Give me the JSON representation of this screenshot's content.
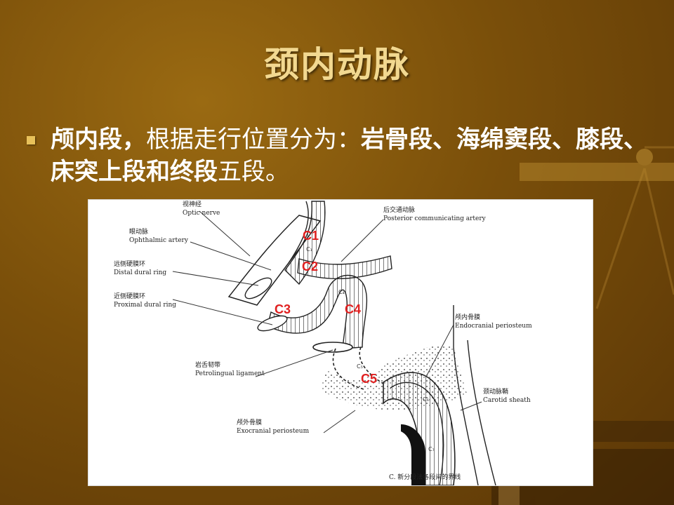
{
  "slide": {
    "title": "颈内动脉",
    "bullet": {
      "p1": "颅内段，",
      "p2": "根据走行位置分为：",
      "p3": "岩骨段、海绵窦段、膝段、床突上段和终段",
      "p4": "五段。"
    }
  },
  "figure": {
    "labels": {
      "optic_cn": "视神经",
      "optic_en": "Optic nerve",
      "ophthalmic_cn": "眼动脉",
      "ophthalmic_en": "Ophthalmic artery",
      "distal_cn": "远侧硬膜环",
      "distal_en": "Distal dural ring",
      "proximal_cn": "近侧硬膜环",
      "proximal_en": "Proximal dural ring",
      "pcomm_cn": "后交通动脉",
      "pcomm_en": "Posterior communicating artery",
      "endo_cn": "颅内骨膜",
      "endo_en": "Endocranial periosteum",
      "petro_cn": "岩舌韧带",
      "petro_en": "Petrolingual ligament",
      "carotid_cn": "颈动脉鞘",
      "carotid_en": "Carotid sheath",
      "exo_cn": "颅外骨膜",
      "exo_en": "Exocranial periosteum",
      "caption": "C. 新分段法各段间的界线"
    },
    "segment_marks": {
      "c1": "C1",
      "c2": "C2",
      "c3": "C3",
      "c4": "C4",
      "c5": "C5"
    },
    "small_marks": {
      "c1": "C₁",
      "c4": "C₄",
      "c5": "C₅",
      "c6": "C₆",
      "c7": "C₇"
    }
  },
  "colors": {
    "background": "#7a4f0a",
    "title": "#f2d890",
    "bullet_square": "#e8c15a",
    "segment_labels": "#e02020"
  }
}
